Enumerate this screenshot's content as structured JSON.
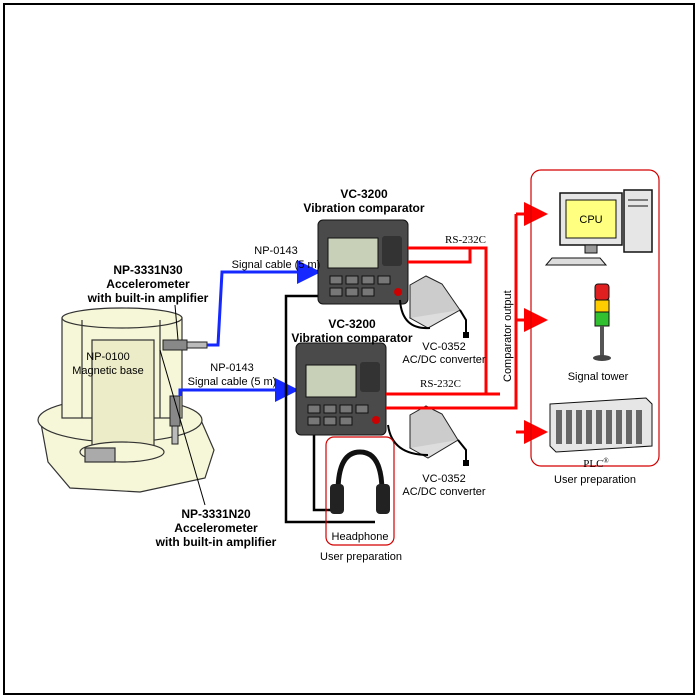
{
  "sensor_top": {
    "model": "NP-3331N30",
    "line1": "Accelerometer",
    "line2": "with built-in amplifier"
  },
  "sensor_bottom": {
    "model": "NP-3331N20",
    "line1": "Accelerometer",
    "line2": "with built-in amplifier"
  },
  "magnetic_base": {
    "model": "NP-0100",
    "label": "Magnetic base"
  },
  "cable_top": {
    "model": "NP-0143",
    "label": "Signal cable (5 m)"
  },
  "cable_bottom": {
    "model": "NP-0143",
    "label": "Signal cable (5 m)"
  },
  "comparator_top": {
    "model": "VC-3200",
    "label": "Vibration comparator"
  },
  "comparator_bottom": {
    "model": "VC-3200",
    "label": "Vibration comparator"
  },
  "converter_top": {
    "model": "VC-0352",
    "label": "AC/DC converter"
  },
  "converter_bottom": {
    "model": "VC-0352",
    "label": "AC/DC converter"
  },
  "rs232c_top": "RS-232C",
  "rs232c_bottom": "RS-232C",
  "comparator_output": "Comparator output",
  "cpu": "CPU",
  "signal_tower": "Signal tower",
  "plc": "PLC",
  "plc_mark": "®",
  "headphone": "Headphone",
  "user_preparation_right": "User preparation",
  "user_preparation_bottom": "User preparation",
  "colors": {
    "signal_cable": "#1428ff",
    "output_line": "#ff0000",
    "box_border": "#d40000"
  }
}
